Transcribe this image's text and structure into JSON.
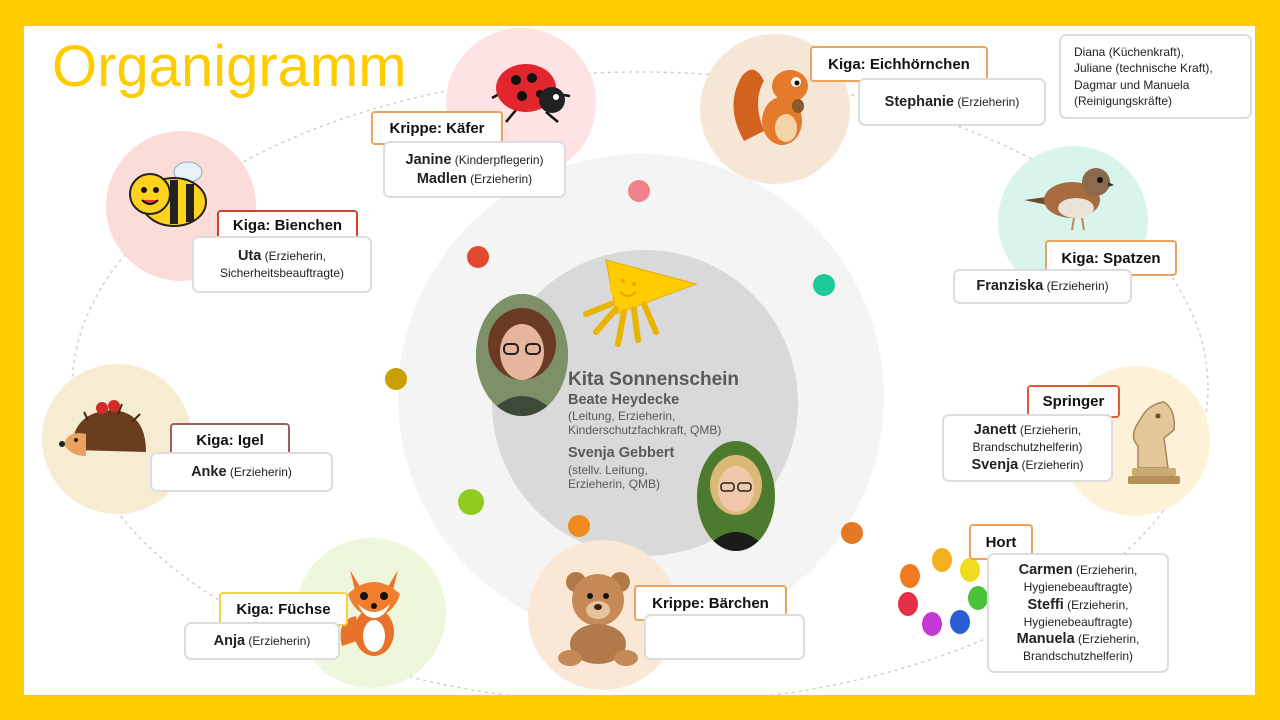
{
  "title": "Organigramm",
  "center": {
    "name": "Kita Sonnenschein",
    "leader": {
      "name": "Beate Heydecke",
      "role": "(Leitung, Erzieherin, Kinderschutzfachkraft, QMB)"
    },
    "deputy": {
      "name": "Svenja Gebbert",
      "role": "(stellv. Leitung, Erzieherin, QMB)"
    }
  },
  "groups": {
    "kaefer": {
      "label": "Krippe: Käfer",
      "staff": [
        {
          "name": "Janine",
          "role": "(Kinderpflegerin)"
        },
        {
          "name": "Madlen",
          "role": "(Erzieherin)"
        }
      ]
    },
    "eichhoernchen": {
      "label": "Kiga: Eichhörnchen",
      "staff": [
        {
          "name": "Stephanie",
          "role": "(Erzieherin)"
        }
      ]
    },
    "bienchen": {
      "label": "Kiga: Bienchen",
      "staff": [
        {
          "name": "Uta",
          "role": "(Erzieherin,",
          "role2": "Sicherheitsbeauftragte)"
        }
      ]
    },
    "spatzen": {
      "label": "Kiga: Spatzen",
      "staff": [
        {
          "name": "Franziska",
          "role": "(Erzieherin)"
        }
      ]
    },
    "igel": {
      "label": "Kiga: Igel",
      "staff": [
        {
          "name": "Anke",
          "role": "(Erzieherin)"
        }
      ]
    },
    "springer": {
      "label": "Springer",
      "staff": [
        {
          "name": "Janett",
          "role": "(Erzieherin,",
          "role2": "Brandschutzhelferin)"
        },
        {
          "name": "Svenja",
          "role": "(Erzieherin)"
        }
      ]
    },
    "fuechse": {
      "label": "Kiga: Füchse",
      "staff": [
        {
          "name": "Anja",
          "role": "(Erzieherin)"
        }
      ]
    },
    "baerchen": {
      "label": "Krippe: Bärchen",
      "staff": []
    },
    "hort": {
      "label": "Hort",
      "staff": [
        {
          "name": "Carmen",
          "role": "(Erzieherin,",
          "role2": "Hygienebeauftragte)"
        },
        {
          "name": "Steffi",
          "role": "(Erzieherin,",
          "role2": "Hygienebeauftragte)"
        },
        {
          "name": "Manuela",
          "role": "(Erzieherin,",
          "role2": "Brandschutzhelferin)"
        }
      ]
    }
  },
  "other_staff": [
    "Diana (Küchenkraft),",
    "Juliane (technische Kraft),",
    "Dagmar und Manuela",
    "(Reinigungskräfte)"
  ],
  "icons": [
    "sun-logo-icon",
    "ladybug-icon",
    "squirrel-icon",
    "bee-icon",
    "sparrow-icon",
    "hedgehog-icon",
    "knight-chess-icon",
    "fox-icon",
    "teddy-bear-icon",
    "handprints-icon"
  ],
  "colors": {
    "frame": "#FFCC00",
    "title": "#FFCC00",
    "label_border": "#E9A35A",
    "bienchen_border": "#D04030",
    "igel_border": "#9A6060",
    "fuechse_border": "#F2D34A"
  }
}
